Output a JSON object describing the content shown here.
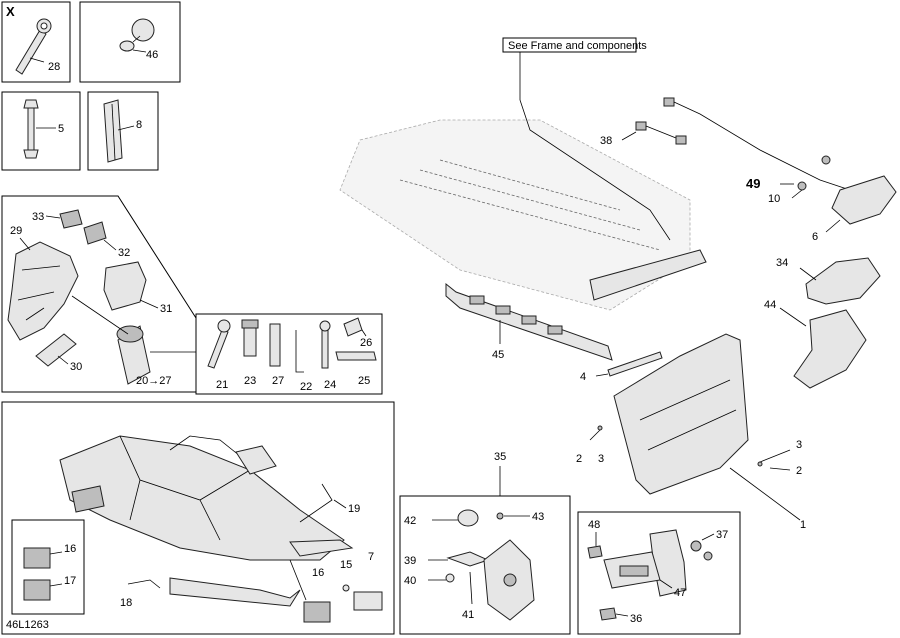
{
  "header_mark": "X",
  "diagram_code": "46L1263",
  "callout_frame": "See Frame and components",
  "arrow_label": "20→27",
  "labels": {
    "p1": "1",
    "p2a": "2",
    "p2b": "2",
    "p3a": "3",
    "p3b": "3",
    "p4": "4",
    "p5": "5",
    "p6": "6",
    "p7": "7",
    "p8": "8",
    "p10": "10",
    "p15": "15",
    "p16a": "16",
    "p16b": "16",
    "p17": "17",
    "p18": "18",
    "p19": "19",
    "p21": "21",
    "p22": "22",
    "p23": "23",
    "p24": "24",
    "p25": "25",
    "p26": "26",
    "p27": "27",
    "p28": "28",
    "p29": "29",
    "p30": "30",
    "p31": "31",
    "p32": "32",
    "p33": "33",
    "p34": "34",
    "p35": "35",
    "p36": "36",
    "p37": "37",
    "p38": "38",
    "p39": "39",
    "p40": "40",
    "p41": "41",
    "p42": "42",
    "p43": "43",
    "p44": "44",
    "p45": "45",
    "p46": "46",
    "p47": "47",
    "p48": "48",
    "p49": "49"
  }
}
